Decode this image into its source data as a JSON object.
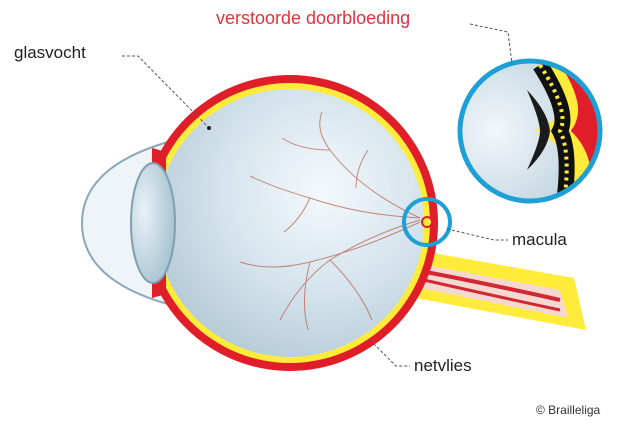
{
  "labels": {
    "condition": "verstoorde doorbloeding",
    "vitreous": "glasvocht",
    "macula": "macula",
    "retina": "netvlies"
  },
  "credit": "© Brailleliga",
  "colors": {
    "condition_text": "#e2323c",
    "sclera": "#e01e2a",
    "retina_layer": "#ffec3a",
    "vitreous": "#c9dbe6",
    "highlight_circle": "#1e9fd6",
    "leader_line": "#555555"
  }
}
